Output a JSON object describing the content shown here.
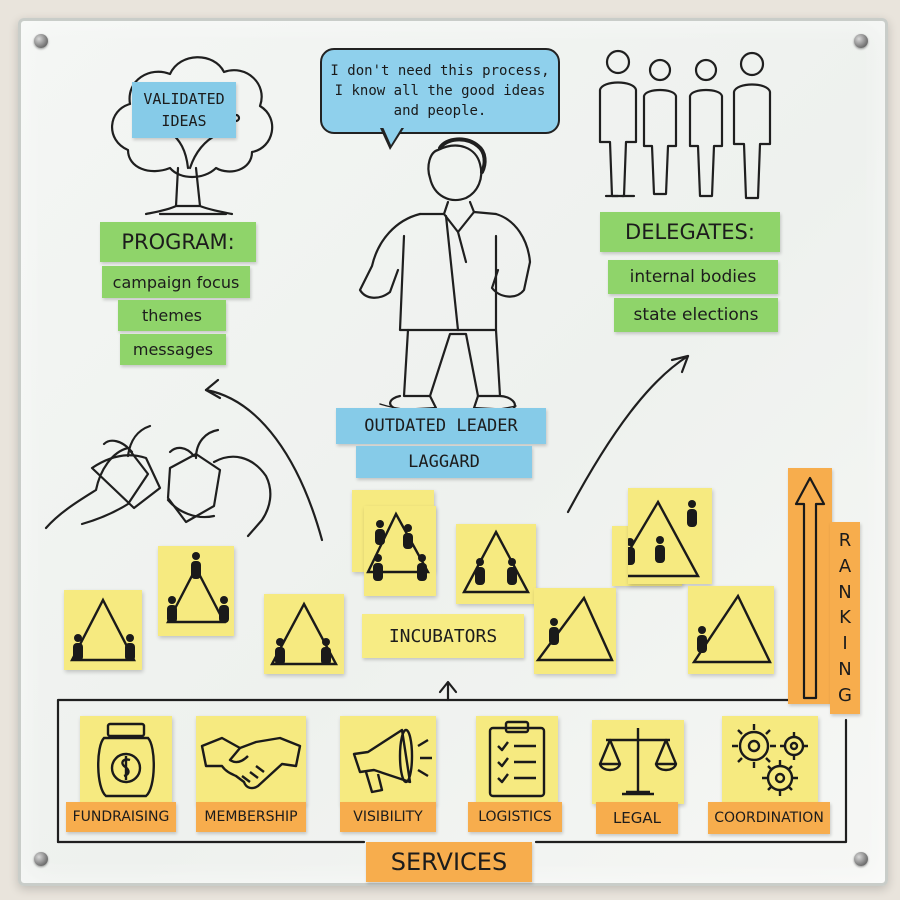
{
  "program": {
    "tree_label_1": "VALIDATED",
    "tree_label_2": "IDEAS",
    "title": "PROGRAM:",
    "items": [
      "campaign focus",
      "themes",
      "messages"
    ]
  },
  "leader": {
    "speech_line_1": "I don't need this process,",
    "speech_line_2": "I know all the good ideas",
    "speech_line_3": "and people.",
    "label_1": "OUTDATED LEADER",
    "label_2": "LAGGARD"
  },
  "delegates": {
    "title": "DELEGATES:",
    "items": [
      "internal bodies",
      "state elections"
    ]
  },
  "incubators": {
    "label": "INCUBATORS"
  },
  "ranking": {
    "letters": [
      "R",
      "A",
      "N",
      "K",
      "I",
      "N",
      "G"
    ]
  },
  "services": {
    "title": "SERVICES",
    "items": [
      {
        "label": "FUNDRAISING",
        "icon": "money-jar-icon"
      },
      {
        "label": "MEMBERSHIP",
        "icon": "handshake-icon"
      },
      {
        "label": "VISIBILITY",
        "icon": "megaphone-icon"
      },
      {
        "label": "LOGISTICS",
        "icon": "checklist-icon"
      },
      {
        "label": "LEGAL",
        "icon": "scales-icon"
      },
      {
        "label": "COORDINATION",
        "icon": "gears-icon"
      }
    ]
  },
  "colors": {
    "green_label": "#8fd46a",
    "blue_label": "#86cbe8",
    "orange_label": "#f7ad4d",
    "sticky_yellow": "#f6ea80"
  }
}
